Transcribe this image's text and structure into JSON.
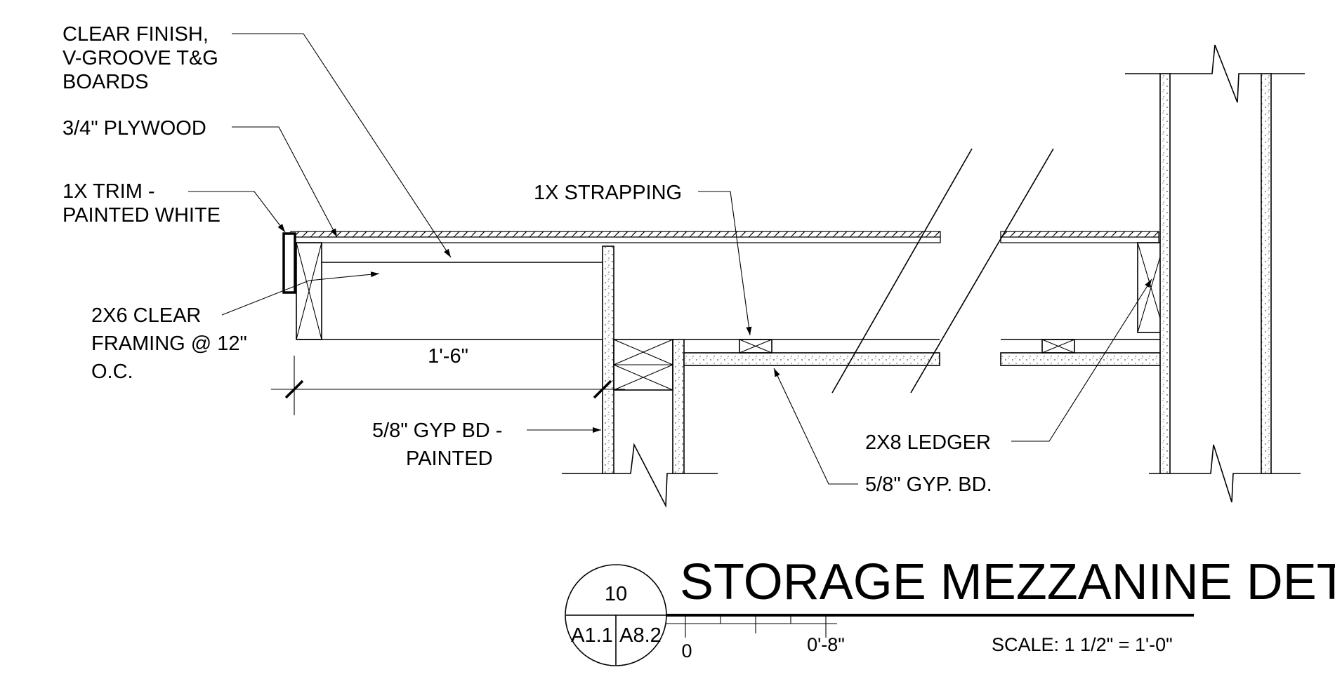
{
  "title": "STORAGE MEZZANINE DETAIL",
  "scale_text": "SCALE: 1 1/2\" = 1'-0\"",
  "detail_bubble": {
    "number": "10",
    "sheet_left": "A1.1",
    "sheet_right": "A8.2"
  },
  "scale_bar": {
    "start": "0",
    "end": "0'-8\""
  },
  "dimension": "1'-6\"",
  "labels": {
    "finish": [
      "CLEAR FINISH,",
      "V-GROOVE T&G",
      "BOARDS"
    ],
    "plywood": [
      "3/4\" PLYWOOD"
    ],
    "trim": [
      "1X  TRIM  -",
      "PAINTED WHITE"
    ],
    "framing": [
      "2X6 CLEAR",
      "FRAMING @ 12\"",
      "O.C."
    ],
    "strapping": [
      "1X STRAPPING"
    ],
    "gyp_painted": [
      "5/8\" GYP BD -",
      "PAINTED"
    ],
    "ledger": [
      "2X8 LEDGER"
    ],
    "gyp": [
      "5/8\" GYP. BD."
    ]
  }
}
